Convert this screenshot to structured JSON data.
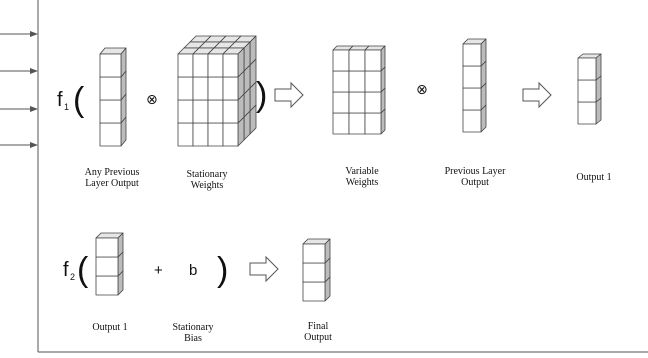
{
  "row1": {
    "function_name": "f",
    "function_subscript": "1",
    "operator_1": "⊗",
    "operator_2": "⊗",
    "labels": {
      "any_previous": [
        "Any Previous",
        "Layer Output"
      ],
      "stationary_weights": [
        "Stationary",
        "Weights"
      ],
      "variable_weights": [
        "Variable",
        "Weights"
      ],
      "previous_layer": [
        "Previous Layer",
        "Output"
      ],
      "output1": "Output 1"
    }
  },
  "row2": {
    "function_name": "f",
    "function_subscript": "2",
    "plus": "+",
    "bias_symbol": "b",
    "labels": {
      "output1": "Output 1",
      "stationary_bias": [
        "Stationary",
        "Bias"
      ],
      "final_output": [
        "Final",
        "Output"
      ]
    }
  },
  "parens": {
    "open": "(",
    "close": ")"
  },
  "colors": {
    "cell_face": "#ffffff",
    "cell_top": "#e6e6e6",
    "cell_side": "#bcbcbc",
    "stroke": "#444444",
    "arrow_fill": "#ffffff"
  },
  "icons": [
    "arrow-right-icon",
    "input-arrow-icon",
    "tensor-product-icon"
  ]
}
